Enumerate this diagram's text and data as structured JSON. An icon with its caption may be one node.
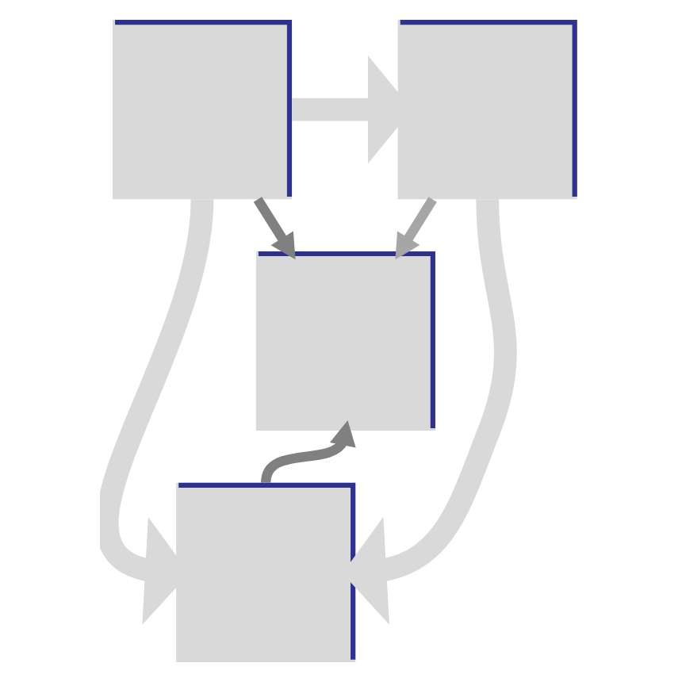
{
  "diagram": {
    "nodes": [
      {
        "text": [],
        "shape": "box"
      },
      {
        "text": [],
        "shape": "box"
      },
      {
        "text": [],
        "shape": "box"
      },
      {
        "text": [],
        "shape": "box"
      }
    ],
    "edges": [
      {
        "from": 0,
        "to": 1,
        "arrow": "to",
        "style": "thick",
        "color": "#d9d9d9"
      },
      {
        "from": 1,
        "to": 3,
        "arrow": "to",
        "style": "thick",
        "color": "#d9d9d9"
      },
      {
        "from": 0,
        "to": 3,
        "arrow": "to",
        "style": "thick",
        "color": "#d9d9d9"
      },
      {
        "from": 0,
        "to": 2,
        "arrow": "to",
        "color": "#808080"
      },
      {
        "from": 1,
        "to": 2,
        "arrow": "to",
        "color": "#a6a6a6"
      },
      {
        "from": 3,
        "to": 2,
        "arrow": "to",
        "color": "#808080"
      }
    ]
  }
}
